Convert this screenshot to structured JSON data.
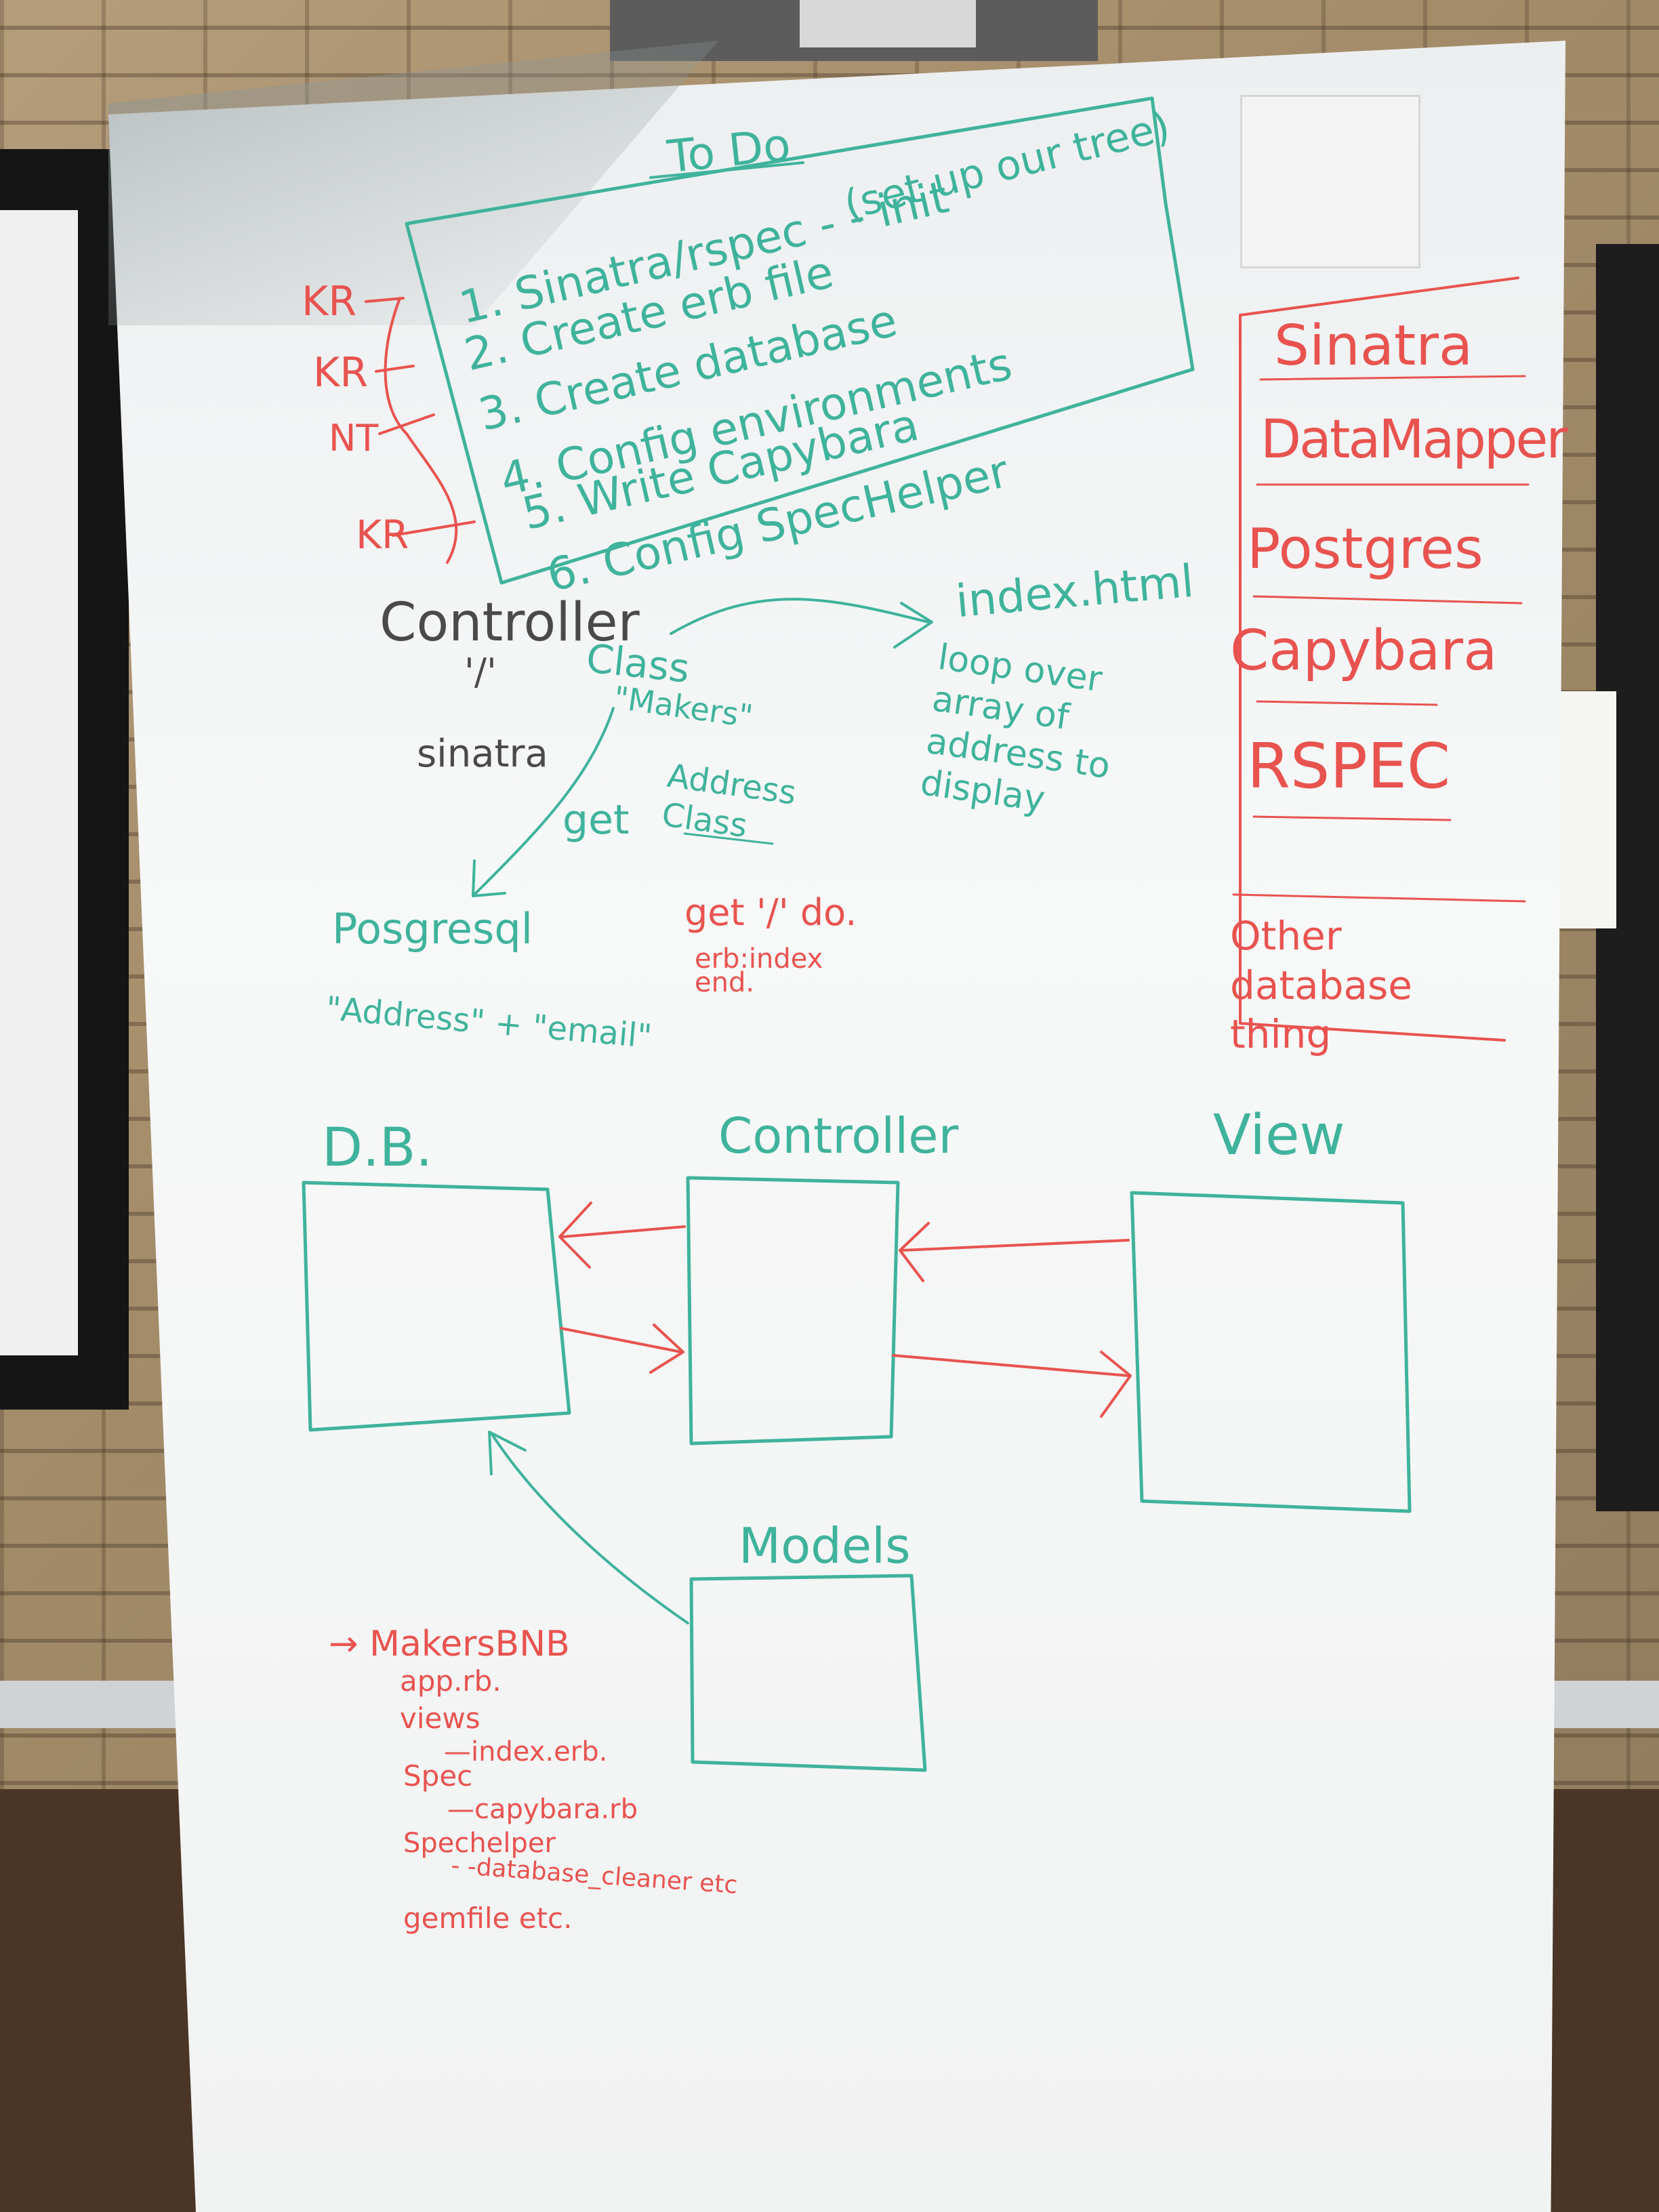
{
  "todo": {
    "heading": "To Do",
    "items": [
      "1. Sinatra/rspec - - init",
      "2. Create erb file",
      "3. Create database",
      "4. Config environments",
      "5. Write Capybara",
      "6. Config SpecHelper"
    ],
    "note": "(set up our tree)",
    "initials": [
      "KR",
      "KR",
      "NT",
      "KR"
    ]
  },
  "stack_list": [
    "Sinatra",
    "DataMapper",
    "Postgres",
    "Capybara",
    "RSPEC"
  ],
  "stack_other": "Other database thing",
  "sketch": {
    "controller": "Controller",
    "route": "'/'",
    "sinatra": "sinatra",
    "class_label": "Class",
    "makers": "\"Makers\"",
    "get": "get",
    "address_class": "Address Class",
    "index_html": "index.html",
    "loop_note": "loop over array of address to display",
    "postgresql": "Posgresql",
    "address_email": "\"Address\" + \"email\"",
    "route_code": [
      "get '/' do.",
      "erb:index",
      "end."
    ]
  },
  "diagram": {
    "db": "D.B.",
    "controller": "Controller",
    "view": "View",
    "models": "Models"
  },
  "file_tree": [
    "→ MakersBNB",
    "app.rb.",
    "views",
    "—index.erb.",
    "Spec",
    "—capybara.rb",
    "Spechelper",
    "- -database_cleaner etc",
    "gemfile etc."
  ],
  "colors": {
    "teal": "#3fb39b",
    "red": "#e8534f",
    "dark": "#4a4a4a"
  }
}
